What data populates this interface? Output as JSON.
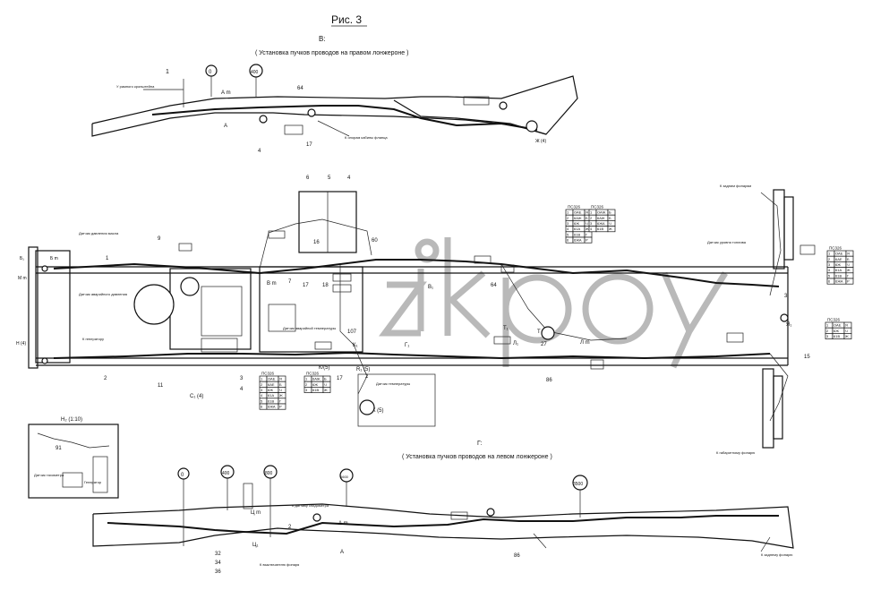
{
  "title": "Рис. 3",
  "views": {
    "upper_letter": "В:",
    "upper_caption": "( Установка пучков проводов на правом лонжероне )",
    "lower_letter": "Г:",
    "lower_caption": "( Установка пучков проводов на левом лонжероне )"
  },
  "watermark": "zikpoy",
  "ruler_marks": {
    "top": [
      "0",
      "400"
    ],
    "bottom": [
      "0",
      "400",
      "800",
      "1600",
      "3500"
    ]
  },
  "panel_tables": [
    {
      "title": "ПС326",
      "rows": [
        [
          "1",
          "ОАЕ",
          "Я"
        ],
        [
          "2",
          "6АЖ",
          "Б"
        ],
        [
          "3",
          "6Ж",
          "Ч"
        ],
        [
          "4",
          "61А",
          "Ж"
        ],
        [
          "5",
          "61В",
          "Г"
        ],
        [
          "6",
          "6ЖА",
          "Р"
        ]
      ]
    },
    {
      "title": "ПС326",
      "rows": [
        [
          "1",
          "ОАЖ",
          "Б"
        ],
        [
          "2",
          "6АЖ",
          "Б"
        ],
        [
          "3",
          "6ЖА",
          "Ч"
        ],
        [
          "4",
          "61В",
          "Ж"
        ]
      ]
    },
    {
      "title": "ПС326",
      "rows": [
        [
          "1",
          "ОАЕ",
          "Я"
        ],
        [
          "2",
          "6АЕ",
          "Б"
        ],
        [
          "3",
          "6Ж",
          "Ч"
        ],
        [
          "4",
          "61А",
          "Ж"
        ],
        [
          "5",
          "61В",
          "Г"
        ],
        [
          "6",
          "6ЖА",
          "Р"
        ]
      ]
    },
    {
      "title": "ПС326",
      "rows": [
        [
          "1",
          "ОАЕ",
          "Я"
        ],
        [
          "2",
          "6АЕ",
          "Б"
        ],
        [
          "3",
          "6Ж",
          "Ч"
        ],
        [
          "4",
          "61А",
          "Ж"
        ],
        [
          "5",
          "61В",
          "Г"
        ],
        [
          "6",
          "6ЖА",
          "Р"
        ]
      ]
    },
    {
      "title": "ПС326",
      "rows": [
        [
          "1",
          "6АЖ",
          "Б"
        ],
        [
          "2",
          "6Ж",
          "Ч"
        ],
        [
          "3",
          "61В",
          "Ж"
        ]
      ]
    },
    {
      "title": "ПС326",
      "rows": [
        [
          "1",
          "ОАЕ",
          "Я"
        ],
        [
          "2",
          "6Ж",
          "Ч"
        ],
        [
          "3",
          "61В",
          "Ж"
        ]
      ]
    }
  ],
  "callouts": {
    "c1": "1",
    "c2": "2",
    "c3": "3",
    "c4": "4",
    "c5": "5",
    "c6": "6",
    "c7": "7",
    "c9": "9",
    "c11": "11",
    "c15": "15",
    "c16": "16",
    "c17": "17",
    "c18": "18",
    "c27": "27",
    "c32": "32",
    "c34": "34",
    "c36": "36",
    "c60": "60",
    "c64": "64",
    "c86": "86",
    "c91": "91",
    "c107": "107"
  },
  "view_labels": {
    "am": "А m",
    "a": "А",
    "zh": "Ж (4)",
    "b1": "Б₁",
    "bm": "Б m",
    "v1": "В₁",
    "vm": "В m",
    "mm": "М m",
    "n": "Н (4)",
    "k1": "К₁",
    "g1": "Г₁",
    "t1": "Т₁",
    "tm": "Т m",
    "l1": "Л₁",
    "lm": "Л m",
    "c1": "С₁ (4)",
    "k5": "К (5)",
    "r1": "R₁ (5)",
    "kv": "К/(5)",
    "ya": "Я₁",
    "n2": "Н₂ (1:10)",
    "c4m": "Ц m",
    "c4": "Ц₁"
  },
  "notes": {
    "n_top_left": "У рамного кронштейна",
    "n_top_mid": "К опорам кабины фланца",
    "n_left1": "Датчик давления масла",
    "n_left2": "Датчик аварийного давления",
    "n_left3": "К генератору",
    "n_center1": "Датчик аварийной температуры",
    "n_center2": "Датчик температуры",
    "n_right1": "К задним фонарям",
    "n_right2": "Датчик уровня топлива",
    "n_right3": "К габаритному фонарю",
    "n_bottom1": "К датчику спидометра",
    "n_bottom2": "К выключателю фонаря",
    "n_bottom3": "К заднему фонарю",
    "n_inset": "Датчик тахометра",
    "n_inset2": "Генератор"
  }
}
